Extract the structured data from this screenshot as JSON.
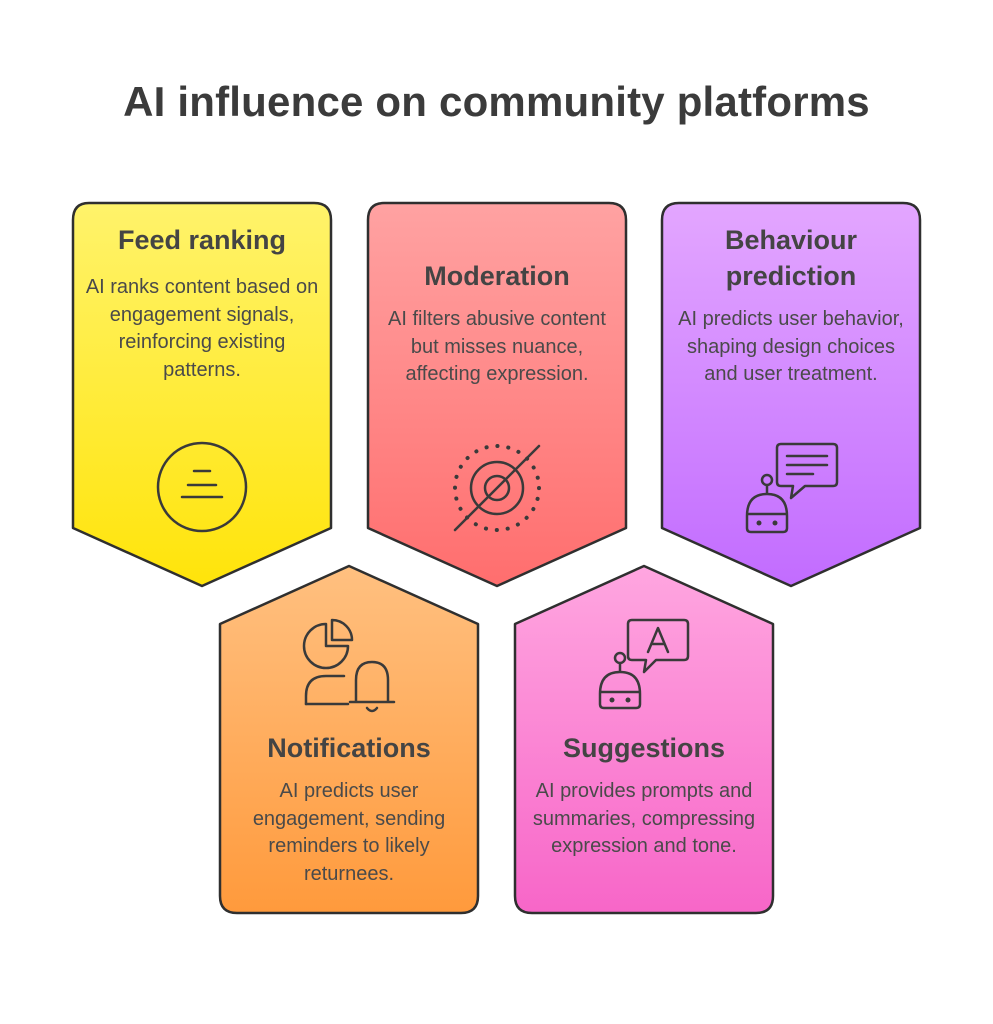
{
  "title": "AI influence on community platforms",
  "cards": [
    {
      "id": "feed-ranking",
      "title": "Feed ranking",
      "description": "AI ranks content based on engagement signals, reinforcing existing patterns.",
      "icon": "sort-lines-icon",
      "colors": [
        "#fff36b",
        "#ffe40a"
      ]
    },
    {
      "id": "moderation",
      "title": "Moderation",
      "description": "AI filters abusive content but misses nuance, affecting expression.",
      "icon": "filter-off-icon",
      "colors": [
        "#ffa2a2",
        "#ff6e6e"
      ]
    },
    {
      "id": "behaviour-prediction",
      "title": "Behaviour prediction",
      "description": "AI predicts user behavior, shaping design choices and user treatment.",
      "icon": "robot-chat-icon",
      "colors": [
        "#e3a6ff",
        "#c26cff"
      ]
    },
    {
      "id": "notifications",
      "title": "Notifications",
      "description": "AI predicts user engagement, sending reminders to likely returnees.",
      "icon": "user-bell-icon",
      "colors": [
        "#ffc080",
        "#ff9a3c"
      ]
    },
    {
      "id": "suggestions",
      "title": "Suggestions",
      "description": "AI provides prompts and summaries, compressing expression and tone.",
      "icon": "robot-text-icon",
      "colors": [
        "#ffa6e0",
        "#f766c8"
      ]
    }
  ]
}
